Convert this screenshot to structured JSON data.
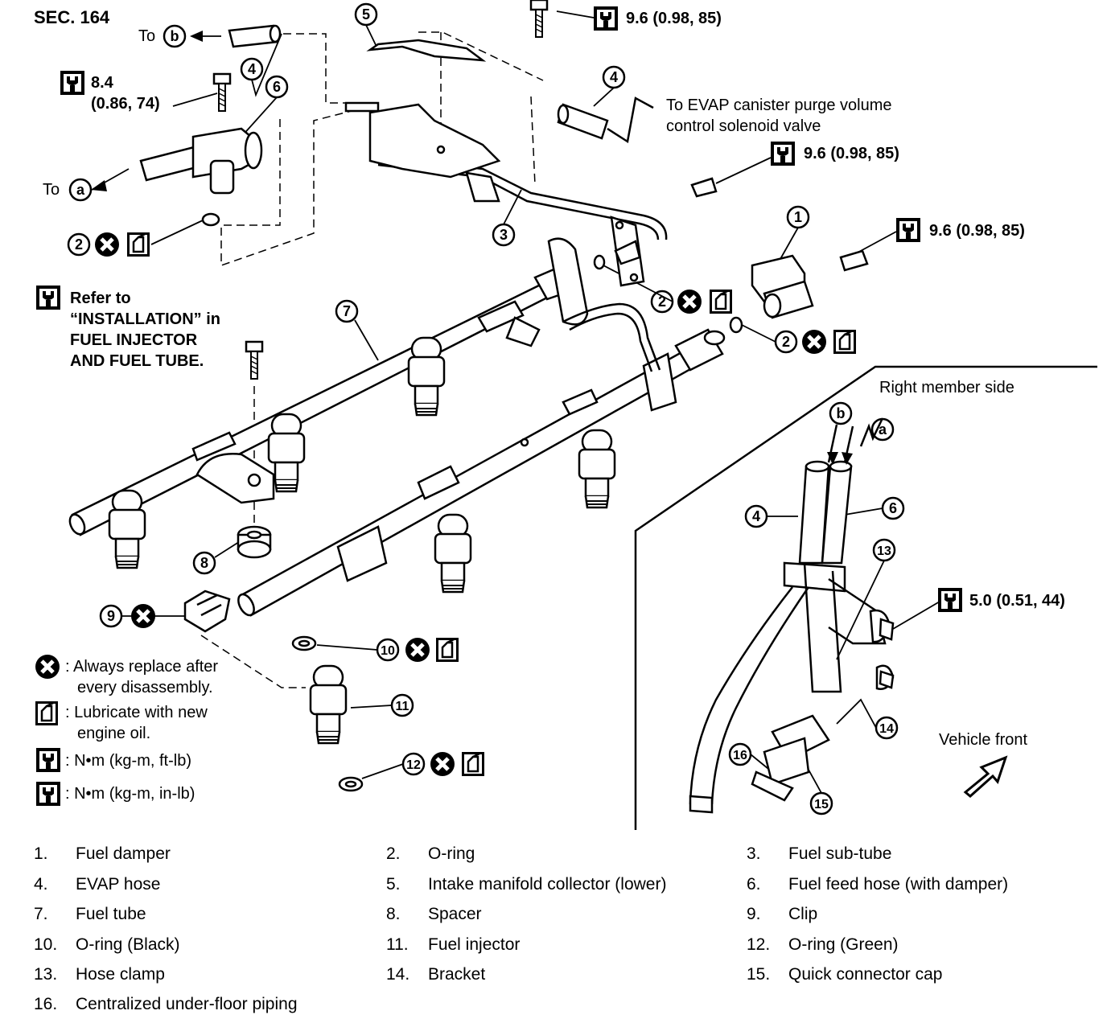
{
  "section": "SEC. 164",
  "directions": {
    "to_b": "To",
    "to_a": "To",
    "evap": "To EVAP canister purge volume control solenoid valve",
    "evap_line1": "To EVAP canister purge volume",
    "evap_line2": "control solenoid valve"
  },
  "torques": {
    "t_top": "9.6 (0.98, 85)",
    "t_left_1": "8.4",
    "t_left_2": "(0.86, 74)",
    "t_mid": "9.6 (0.98, 85)",
    "t_right": "9.6 (0.98, 85)",
    "t_inset": "5.0 (0.51, 44)"
  },
  "refer_note": {
    "line1": "Refer to",
    "line2": "“INSTALLATION” in",
    "line3": "FUEL INJECTOR",
    "line4": "AND FUEL TUBE."
  },
  "inset": {
    "title": "Right member side",
    "vehicle_front": "Vehicle front"
  },
  "callout_letters": {
    "a": "a",
    "b": "b"
  },
  "symbols_legend": {
    "replace_1": ": Always replace after",
    "replace_2": "every disassembly.",
    "lube_1": ": Lubricate with new",
    "lube_2": "engine oil.",
    "nm_ftlb": ":  N•m  (kg-m, ft-lb)",
    "nm_inlb": ":  N•m  (kg-m, in-lb)"
  },
  "parts": [
    {
      "n": "1.",
      "name": "Fuel damper"
    },
    {
      "n": "2.",
      "name": "O-ring"
    },
    {
      "n": "3.",
      "name": "Fuel sub-tube"
    },
    {
      "n": "4.",
      "name": "EVAP hose"
    },
    {
      "n": "5.",
      "name": "Intake manifold collector (lower)"
    },
    {
      "n": "6.",
      "name": "Fuel feed hose (with damper)"
    },
    {
      "n": "7.",
      "name": "Fuel tube"
    },
    {
      "n": "8.",
      "name": "Spacer"
    },
    {
      "n": "9.",
      "name": "Clip"
    },
    {
      "n": "10.",
      "name": "O-ring (Black)"
    },
    {
      "n": "11.",
      "name": "Fuel injector"
    },
    {
      "n": "12.",
      "name": "O-ring (Green)"
    },
    {
      "n": "13.",
      "name": "Hose clamp"
    },
    {
      "n": "14.",
      "name": "Bracket"
    },
    {
      "n": "15.",
      "name": "Quick connector cap"
    },
    {
      "n": "16.",
      "name": "Centralized under-floor piping"
    }
  ],
  "callouts": [
    "1",
    "2",
    "3",
    "4",
    "5",
    "6",
    "7",
    "8",
    "9",
    "10",
    "11",
    "12",
    "13",
    "14",
    "15",
    "16"
  ]
}
